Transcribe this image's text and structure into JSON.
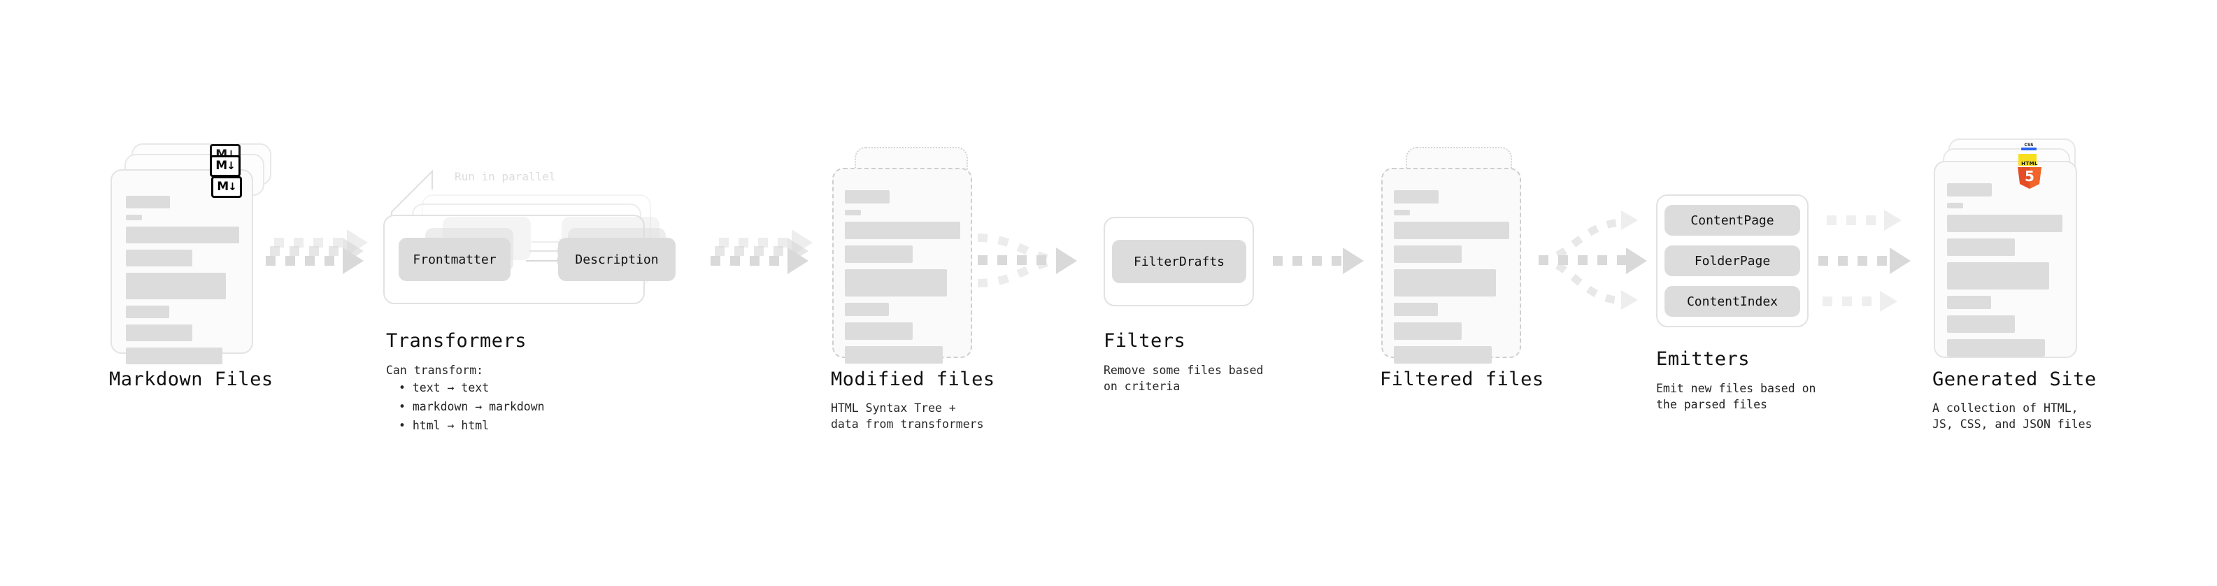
{
  "diagram": {
    "type": "pipeline-flow",
    "stages": [
      {
        "id": "markdown-files",
        "title": "Markdown Files",
        "caption": "",
        "icon": "markdown-badge",
        "badge_text": "M",
        "badge_arrow": "↓",
        "card_style": "solid",
        "stack_count": 3
      },
      {
        "id": "transformers",
        "title": "Transformers",
        "caption": "Can transform:",
        "bullets": [
          "• text → text",
          "• markdown → markdown",
          "• html → html"
        ],
        "annotation": "Run in parallel",
        "items": [
          "Frontmatter",
          "Description"
        ],
        "stack_count": 3
      },
      {
        "id": "modified-files",
        "title": "Modified files",
        "caption": "HTML Syntax Tree +\ndata from transformers",
        "card_style": "dashed",
        "stack_count": 2
      },
      {
        "id": "filters",
        "title": "Filters",
        "caption": "Remove some files based\non criteria",
        "items": [
          "FilterDrafts"
        ]
      },
      {
        "id": "filtered-files",
        "title": "Filtered files",
        "caption": "",
        "card_style": "dashed",
        "stack_count": 2
      },
      {
        "id": "emitters",
        "title": "Emitters",
        "caption": "Emit new files based on\nthe parsed files",
        "items": [
          "ContentPage",
          "FolderPage",
          "ContentIndex"
        ]
      },
      {
        "id": "generated-site",
        "title": "Generated Site",
        "caption": "A collection of HTML,\nJS, CSS, and JSON files",
        "icons": [
          "html5-icon",
          "js-icon",
          "css3-icon"
        ],
        "html5_label": "HTML",
        "html5_digit": "5",
        "css3_label": "CSS",
        "card_style": "solid",
        "stack_count": 3
      }
    ],
    "connectors": [
      {
        "id": "md-to-transformers",
        "kind": "triple-parallel"
      },
      {
        "id": "transformers-to-modified",
        "kind": "triple-parallel"
      },
      {
        "id": "modified-to-filters",
        "kind": "merge-3-to-1"
      },
      {
        "id": "filters-to-filtered",
        "kind": "single"
      },
      {
        "id": "filtered-to-emitters",
        "kind": "split-1-to-3"
      },
      {
        "id": "emitters-to-site",
        "kind": "triple-parallel"
      }
    ],
    "colors": {
      "arrow": "#d9d9d9",
      "bar": "#dcdcdc",
      "pill": "#dcdcdc",
      "card_border": "#e4e4e4",
      "dashed_border": "#cfcfcf",
      "text": "#1c1c1c",
      "annotation": "#dcdcdc",
      "html5": "#e44d26",
      "js": "#f7df1e",
      "css3": "#2965f1"
    }
  }
}
